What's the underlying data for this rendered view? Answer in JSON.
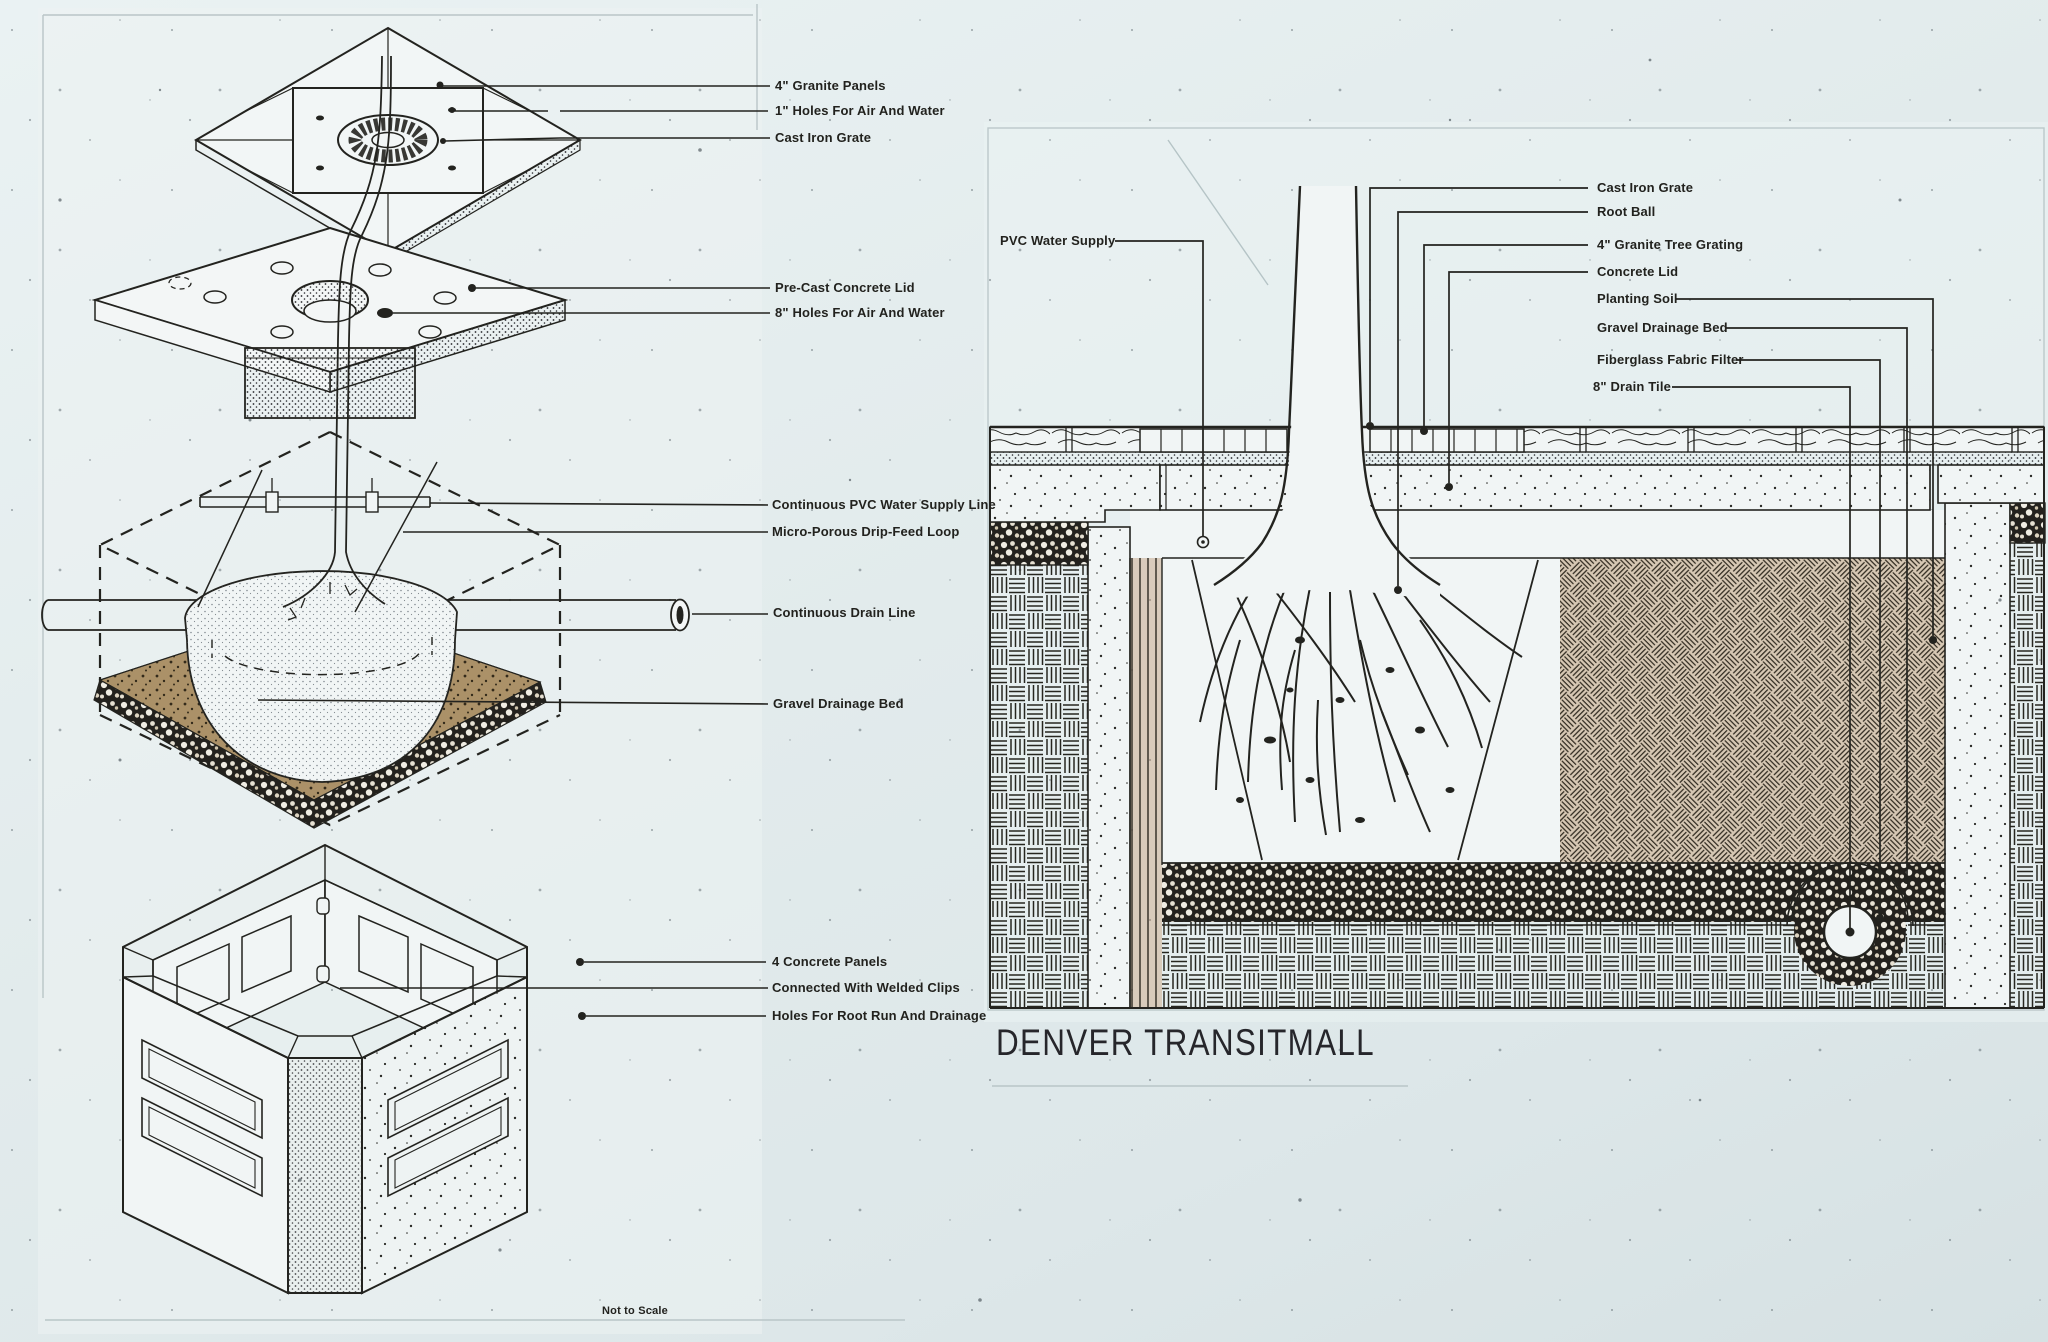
{
  "colors": {
    "paper": "#e4edee",
    "ink": "#23231f",
    "bed_tan": "#ab9168",
    "soil_tint": "#c59a6d"
  },
  "left_diagram": {
    "labels": [
      {
        "id": "granite-panels",
        "text": "4\" Granite Panels"
      },
      {
        "id": "air-water-holes-1in",
        "text": "1\" Holes For Air And Water"
      },
      {
        "id": "cast-iron-grate",
        "text": "Cast Iron Grate"
      },
      {
        "id": "precast-concrete-lid",
        "text": "Pre-Cast  Concrete  Lid"
      },
      {
        "id": "air-water-holes-8in",
        "text": "8\" Holes For Air And Water"
      },
      {
        "id": "pvc-water-supply-line",
        "text": "Continuous PVC Water Supply Line"
      },
      {
        "id": "drip-feed-loop",
        "text": "Micro-Porous Drip-Feed Loop"
      },
      {
        "id": "drain-line",
        "text": "Continuous Drain Line"
      },
      {
        "id": "gravel-drainage-bed",
        "text": "Gravel Drainage Bed"
      },
      {
        "id": "concrete-panels",
        "text": "4 Concrete Panels"
      },
      {
        "id": "welded-clips",
        "text": "Connected With Welded Clips"
      },
      {
        "id": "root-run-holes",
        "text": "Holes For Root Run And Drainage"
      }
    ],
    "scale_note": "Not to Scale"
  },
  "right_diagram": {
    "title": "DENVER TRANSITMALL",
    "supply_label": {
      "text": "PVC Water Supply"
    },
    "callouts": [
      {
        "id": "cast-iron-grate",
        "text": "Cast Iron Grate"
      },
      {
        "id": "root-ball",
        "text": "Root Ball"
      },
      {
        "id": "granite-tree-grating",
        "text": "4\" Granite Tree Grating"
      },
      {
        "id": "concrete-lid",
        "text": "Concrete  Lid"
      },
      {
        "id": "planting-soil",
        "text": "Planting Soil"
      },
      {
        "id": "gravel-drainage-bed",
        "text": "Gravel Drainage Bed"
      },
      {
        "id": "fiberglass-fabric-filter",
        "text": "Fiberglass Fabric Filter"
      },
      {
        "id": "drain-tile",
        "text": "8\" Drain Tile"
      }
    ]
  }
}
